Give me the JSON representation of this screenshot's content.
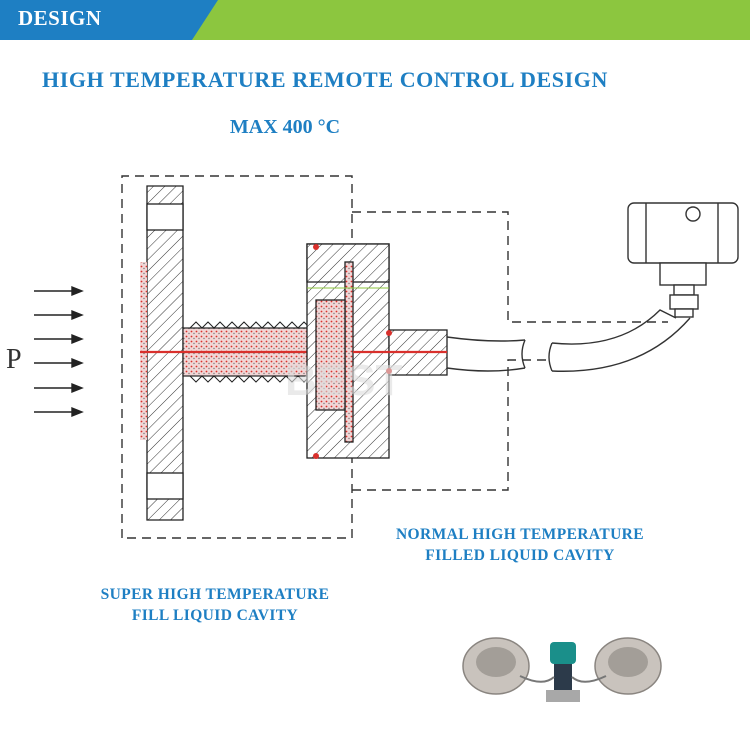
{
  "banner": {
    "label": "DESIGN",
    "colors": {
      "blue": "#1e7fc3",
      "green": "#8cc63f"
    }
  },
  "title": "HIGH TEMPERATURE REMOTE CONTROL DESIGN",
  "subtitle": "MAX 400 °C",
  "diagram": {
    "pressure_label": "P",
    "watermark": "BEST",
    "normal_caption": [
      "NORMAL HIGH TEMPERATURE",
      "FILLED LIQUID CAVITY"
    ],
    "super_caption": [
      "SUPER HIGH TEMPERATURE",
      "FILL LIQUID CAVITY"
    ]
  },
  "colors": {
    "accent": "#1e7fc3",
    "fill_liquid": "#d9302c"
  }
}
